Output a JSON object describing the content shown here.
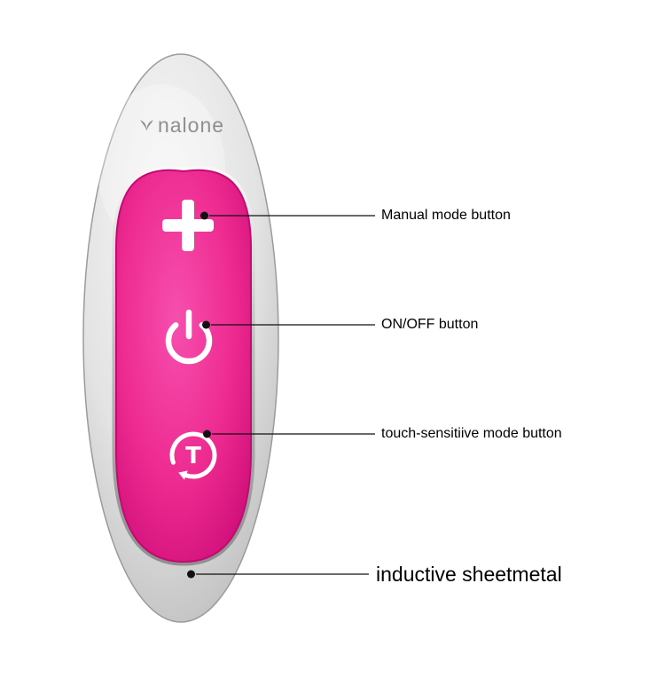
{
  "logo": {
    "text": "nalone",
    "icon": "nalone-leaf-icon"
  },
  "device": {
    "icons": [
      {
        "name": "plus-icon"
      },
      {
        "name": "power-icon"
      },
      {
        "name": "touch-mode-icon",
        "glyph": "T"
      }
    ]
  },
  "callouts": [
    {
      "label": "Manual mode button"
    },
    {
      "label": "ON/OFF button"
    },
    {
      "label": "touch-sensitiive mode button"
    },
    {
      "label": "inductive sheetmetal"
    }
  ],
  "colors": {
    "pink": "#ee2b90",
    "pink_edge": "#cc0c77",
    "silver_light": "#f7f7f7",
    "silver_dark": "#a8a8a8",
    "callout_line": "#111111",
    "label_text": "#000000",
    "logo_gray": "#8f8f8f",
    "icon": "#ffffff"
  }
}
